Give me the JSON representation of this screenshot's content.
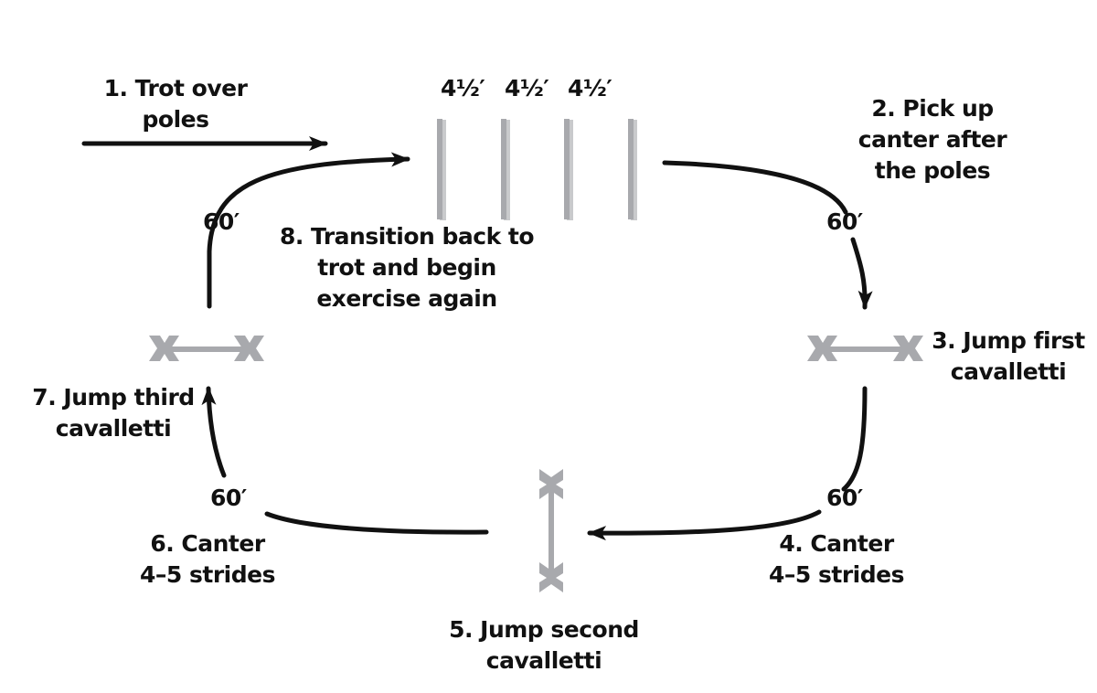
{
  "diagram": {
    "title": "Pole and cavalletti exercise pattern",
    "colors": {
      "arrow": "#111111",
      "pole": "#a8a9ad",
      "pole_shadow": "#c9cacc",
      "text": "#111111"
    },
    "pole_spacing": [
      "4½′",
      "4½′",
      "4½′"
    ],
    "distances": {
      "top_left": "60′",
      "top_right": "60′",
      "bottom_right": "60′",
      "bottom_left": "60′"
    },
    "steps": [
      {
        "n": 1,
        "lines": [
          "1. Trot over",
          "poles"
        ]
      },
      {
        "n": 2,
        "lines": [
          "2. Pick up",
          "canter after",
          "the poles"
        ]
      },
      {
        "n": 3,
        "lines": [
          "3. Jump first",
          "cavalletti"
        ]
      },
      {
        "n": 4,
        "lines": [
          "4. Canter",
          "4–5 strides"
        ]
      },
      {
        "n": 5,
        "lines": [
          "5. Jump second",
          "cavalletti"
        ]
      },
      {
        "n": 6,
        "lines": [
          "6. Canter",
          "4–5 strides"
        ]
      },
      {
        "n": 7,
        "lines": [
          "7. Jump third",
          "cavalletti"
        ]
      },
      {
        "n": 8,
        "lines": [
          "8. Transition back to",
          "trot and begin",
          "exercise again"
        ]
      }
    ]
  }
}
